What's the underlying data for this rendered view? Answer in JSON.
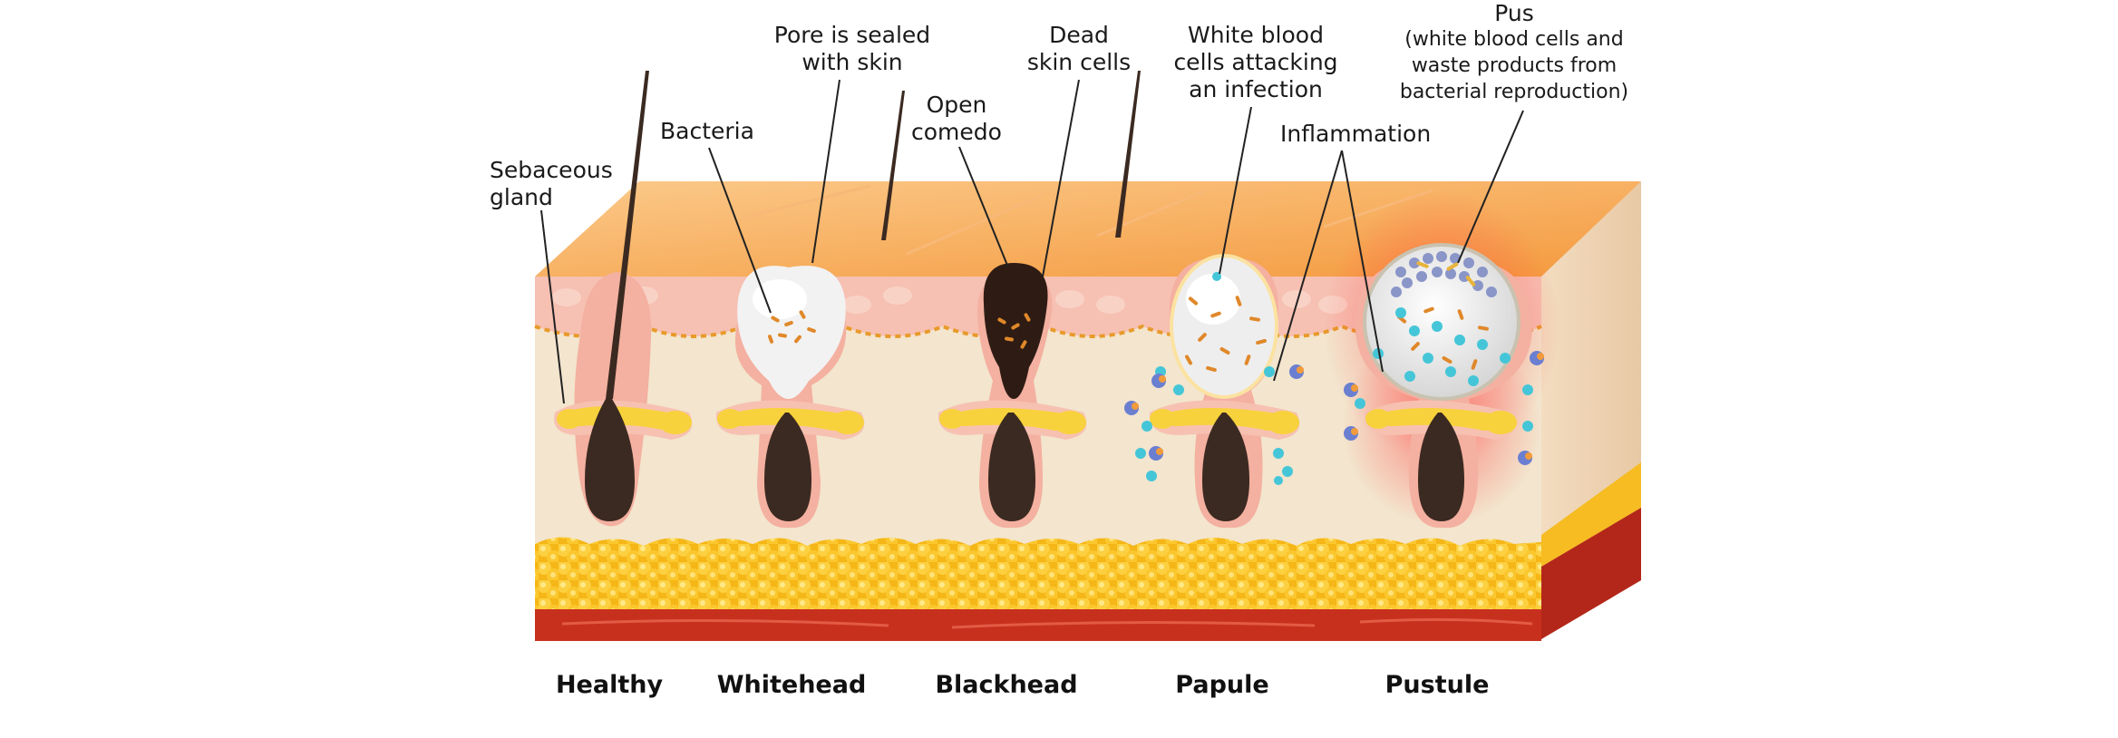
{
  "labels": {
    "sebaceous_gland": {
      "l1": "Sebaceous",
      "l2": "gland"
    },
    "bacteria": {
      "l1": "Bacteria"
    },
    "pore_sealed": {
      "l1": "Pore is sealed",
      "l2": "with skin"
    },
    "open_comedo": {
      "l1": "Open",
      "l2": "comedo"
    },
    "dead_skin": {
      "l1": "Dead",
      "l2": "skin cells"
    },
    "white_blood": {
      "l1": "White blood",
      "l2": "cells attacking",
      "l3": "an infection"
    },
    "inflammation": {
      "l1": "Inflammation"
    },
    "pus": {
      "l1": "Pus",
      "l2": "(white blood cells and",
      "l3": "waste products from",
      "l4": "bacterial reproduction)"
    }
  },
  "stages": [
    "Healthy",
    "Whitehead",
    "Blackhead",
    "Papule",
    "Pustule"
  ],
  "colors": {
    "skin_top": "#f6a04a",
    "epidermis": "#f7c3b4",
    "dermis": "#f4e6cf",
    "fat": "#f9c22a",
    "muscle": "#c9301f",
    "hair": "#3b2a21",
    "sebum": "#f8d13a",
    "bacteria": "#e0882a",
    "wbc": "#45c6d8",
    "inflammation": "#f05050"
  }
}
